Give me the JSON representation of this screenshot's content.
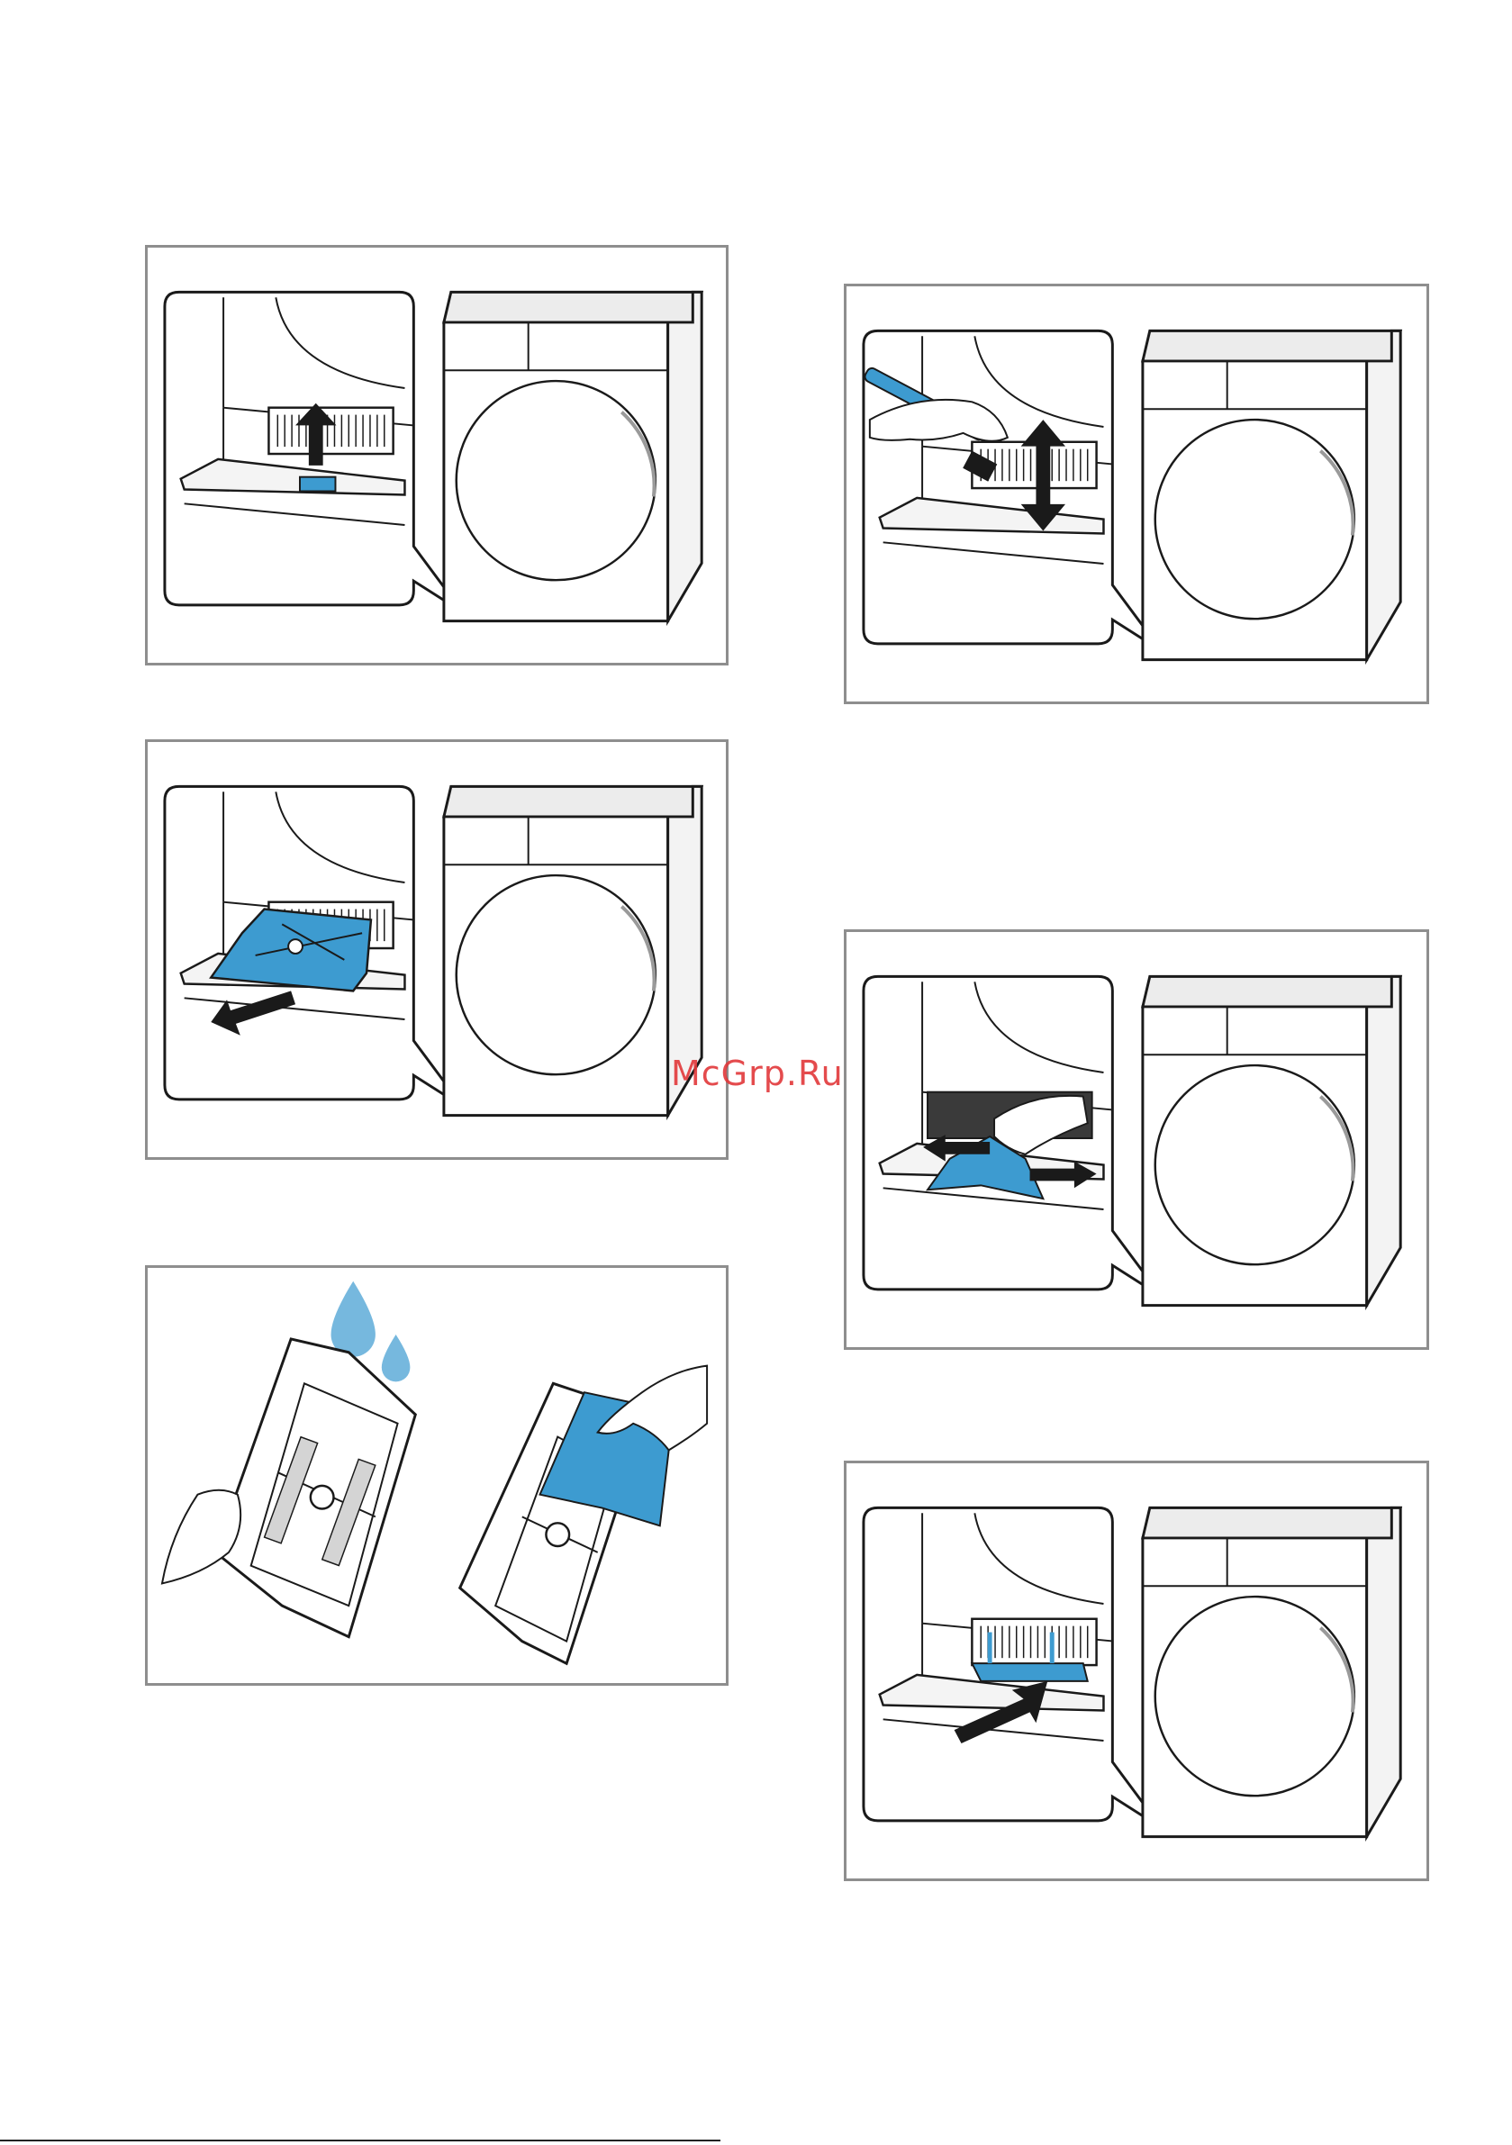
{
  "watermark": {
    "text": "McGrp.Ru"
  },
  "colors": {
    "accent_blue": "#3d9bd0",
    "water_blue": "#76b8de",
    "frame_gray": "#8e8e8e",
    "line_dark": "#1a1a1a",
    "shade_gray": "#dcdcdc"
  },
  "steps": [
    {
      "id": "step-1",
      "icon": "lift-filter-arrow-up"
    },
    {
      "id": "step-2",
      "icon": "brush-filter-arrow-updown"
    },
    {
      "id": "step-3",
      "icon": "pull-filter-out-arrow"
    },
    {
      "id": "step-4",
      "icon": "wipe-filter-compartment"
    },
    {
      "id": "step-5",
      "icon": "rinse-filter-water-drops"
    },
    {
      "id": "step-6",
      "icon": "push-filter-in-arrow"
    }
  ]
}
